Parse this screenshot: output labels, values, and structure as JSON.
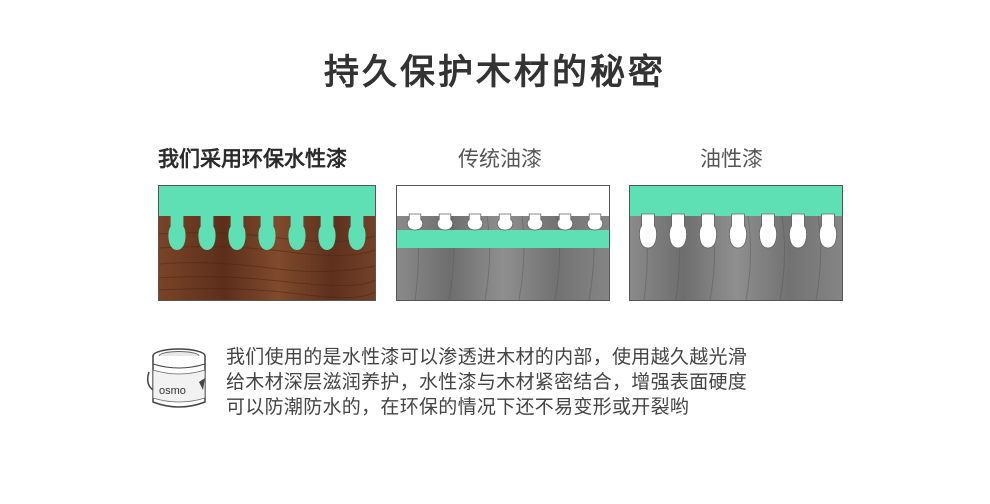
{
  "title": "持久保护木材的秘密",
  "panels": [
    {
      "label": "我们采用环保水性漆",
      "name": "water-based-paint"
    },
    {
      "label": "传统油漆",
      "name": "traditional-paint"
    },
    {
      "label": "油性漆",
      "name": "oil-based-paint"
    }
  ],
  "description": [
    "我们使用的是水性漆可以渗透进木材的内部，使用越久越光滑",
    "给木材深层滋润养护，水性漆与木材紧密结合，增强表面硬度",
    "可以防潮防水的，在环保的情况下还不易变形或开裂哟"
  ],
  "can_brand": "osmo",
  "colors": {
    "mint": "#5ee0b4",
    "wood_dark": "#6b3a22",
    "wood_gray": "#7a7a7a"
  }
}
